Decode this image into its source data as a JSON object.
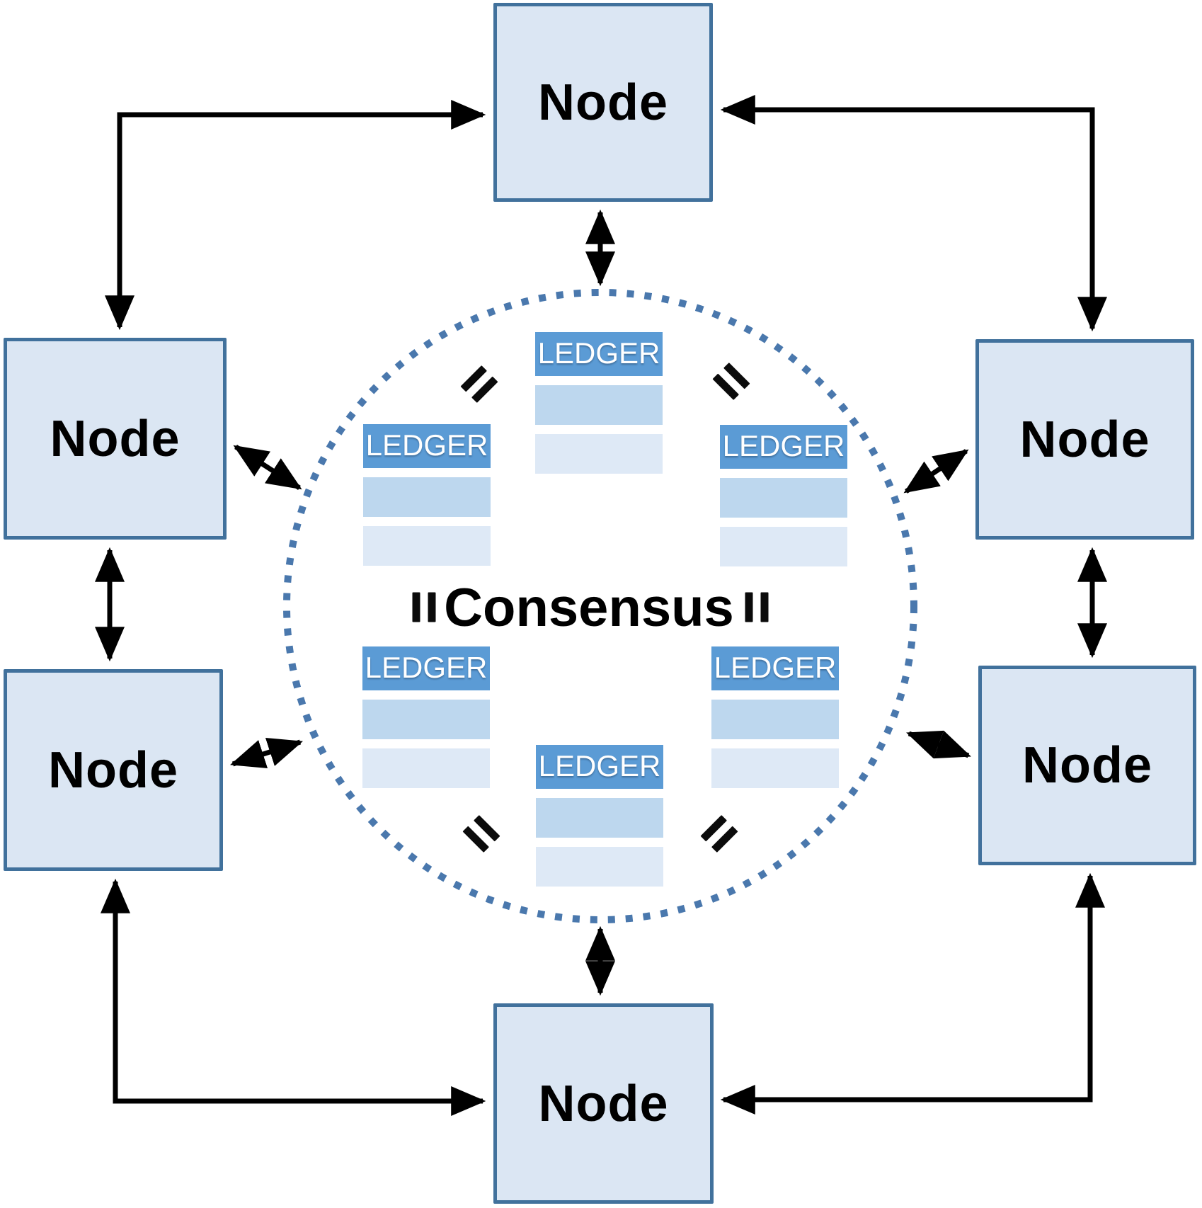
{
  "diagram": {
    "type": "blockchain-consensus-network",
    "center_label": "Consensus",
    "ledger_label": "LEDGER",
    "equals_symbol": "=",
    "node_count": 6,
    "ledger_count": 6,
    "rows_per_ledger": 2
  },
  "nodes": [
    {
      "position": "top",
      "label": "Node"
    },
    {
      "position": "upper-left",
      "label": "Node"
    },
    {
      "position": "lower-left",
      "label": "Node"
    },
    {
      "position": "upper-right",
      "label": "Node"
    },
    {
      "position": "lower-right",
      "label": "Node"
    },
    {
      "position": "bottom",
      "label": "Node"
    }
  ],
  "icons": [
    "equals-icon",
    "double-arrow-icon",
    "dotted-circle-boundary"
  ],
  "colors": {
    "node_fill": "#dbe6f3",
    "node_border": "#41719c",
    "ledger_header": "#5b9bd5",
    "ledger_row_medium": "#bdd7ee",
    "ledger_row_light": "#dee9f6",
    "circle_dots": "#4a78ad",
    "arrows": "#000000",
    "text": "#000000",
    "ledger_text": "#ffffff",
    "background": "#ffffff"
  }
}
